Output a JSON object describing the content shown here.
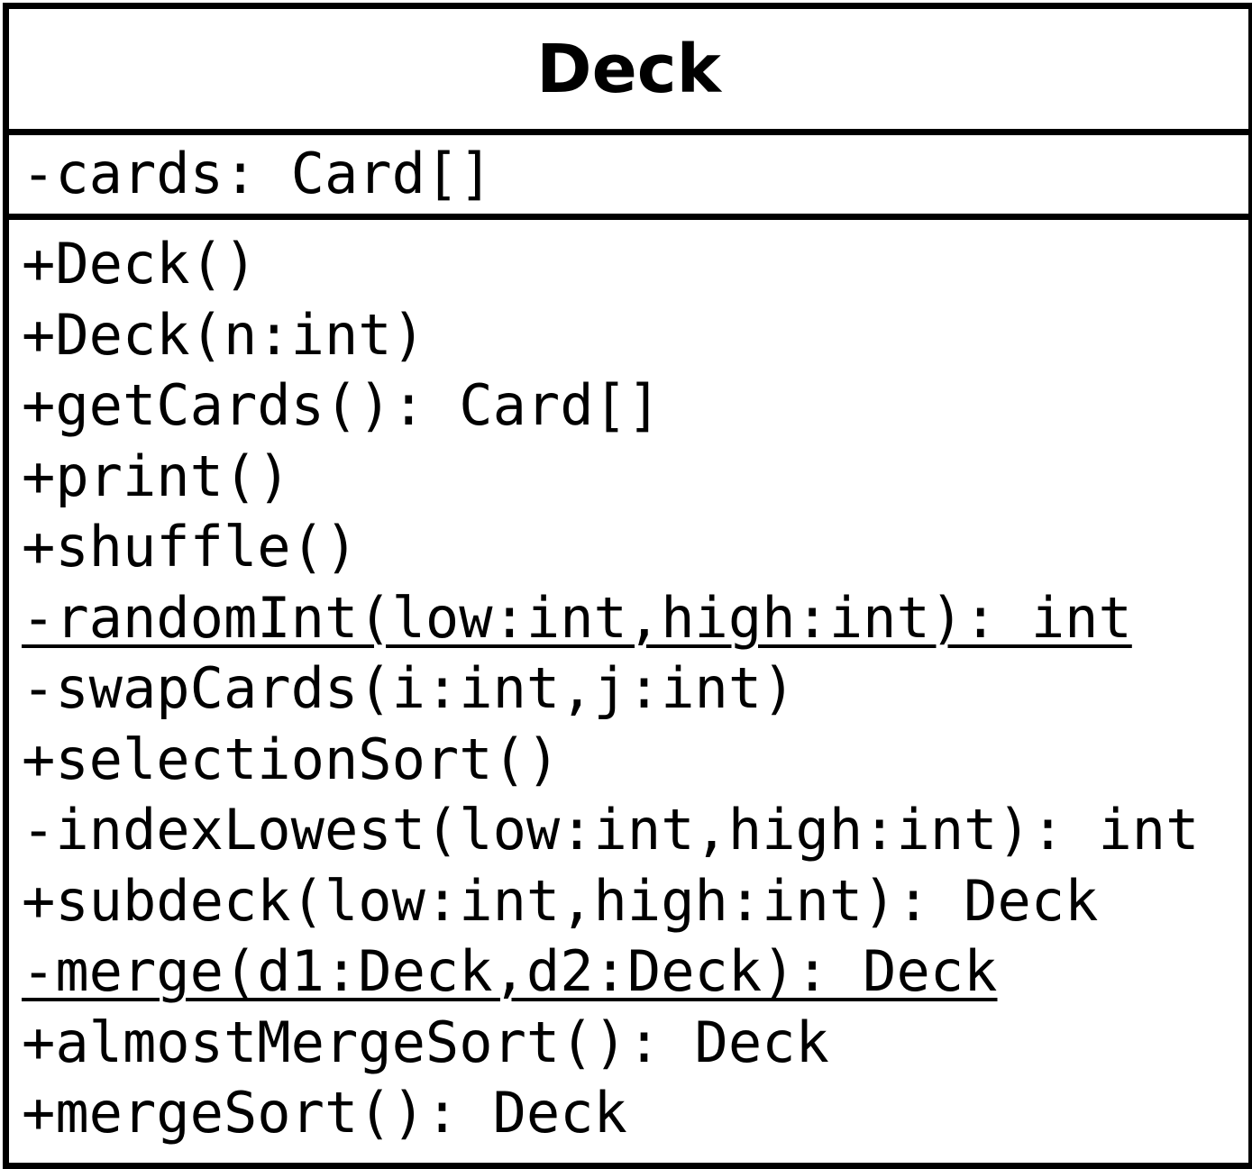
{
  "class": {
    "name": "Deck",
    "attributes": [
      {
        "text": "-cards: Card[]",
        "static": false
      }
    ],
    "methods": [
      {
        "text": "+Deck()",
        "static": false
      },
      {
        "text": "+Deck(n:int)",
        "static": false
      },
      {
        "text": "+getCards(): Card[]",
        "static": false
      },
      {
        "text": "+print()",
        "static": false
      },
      {
        "text": "+shuffle()",
        "static": false
      },
      {
        "text": "-randomInt(low:int,high:int): int",
        "static": true
      },
      {
        "text": "-swapCards(i:int,j:int)",
        "static": false
      },
      {
        "text": "+selectionSort()",
        "static": false
      },
      {
        "text": "-indexLowest(low:int,high:int): int",
        "static": false
      },
      {
        "text": "+subdeck(low:int,high:int): Deck",
        "static": false
      },
      {
        "text": "-merge(d1:Deck,d2:Deck): Deck",
        "static": true
      },
      {
        "text": "+almostMergeSort(): Deck",
        "static": false
      },
      {
        "text": "+mergeSort(): Deck",
        "static": false
      }
    ]
  },
  "colors": {
    "border": "#000000",
    "text": "#000000",
    "background": "#ffffff"
  }
}
